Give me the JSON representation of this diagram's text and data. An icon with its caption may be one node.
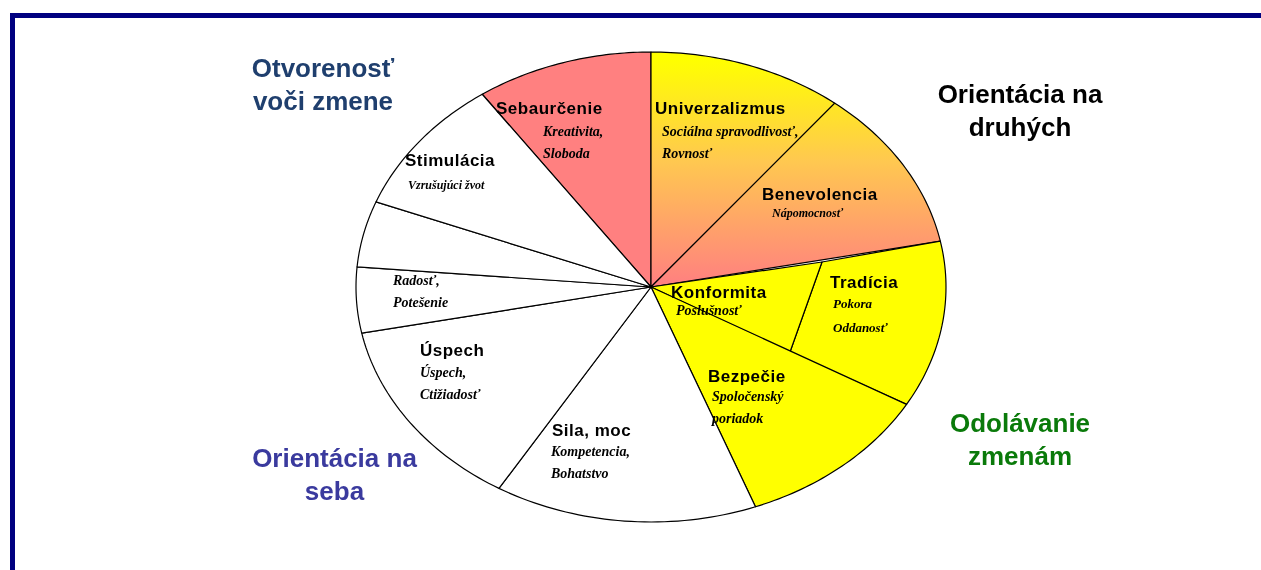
{
  "diagram": {
    "nodes": [
      {
        "text": [
          "Sebaurčenie",
          "Kreativita, Sloboda"
        ]
      },
      {
        "text": [
          "Univerzalizmus",
          "Sociálna spravodlivosť, Rovnosť"
        ]
      },
      {
        "text": [
          "Benevolencia",
          "Nápomocnosť"
        ]
      },
      {
        "text": [
          "Tradícia",
          "Pokora Oddanosť"
        ]
      },
      {
        "text": [
          "Konformita",
          "Poslušnosť"
        ]
      },
      {
        "text": [
          "Bezpečie",
          "Spoločenský poriadok"
        ]
      },
      {
        "text": [
          "Sila, moc",
          "Kompetencia, Bohatstvo"
        ]
      },
      {
        "text": [
          "Úspech",
          "Úspech, Ctižiadosť"
        ]
      },
      {
        "text": [
          "Radosť, Potešenie"
        ]
      },
      {
        "text": [],
        "shape": "wedge"
      },
      {
        "text": [
          "Stimulácia",
          "Vzrušujúci žvot"
        ]
      }
    ],
    "labels": [
      "Otvorenosť voči zmene",
      "Orientácia na druhých",
      "Odolávanie zmenám",
      "Orientácia na seba"
    ]
  }
}
